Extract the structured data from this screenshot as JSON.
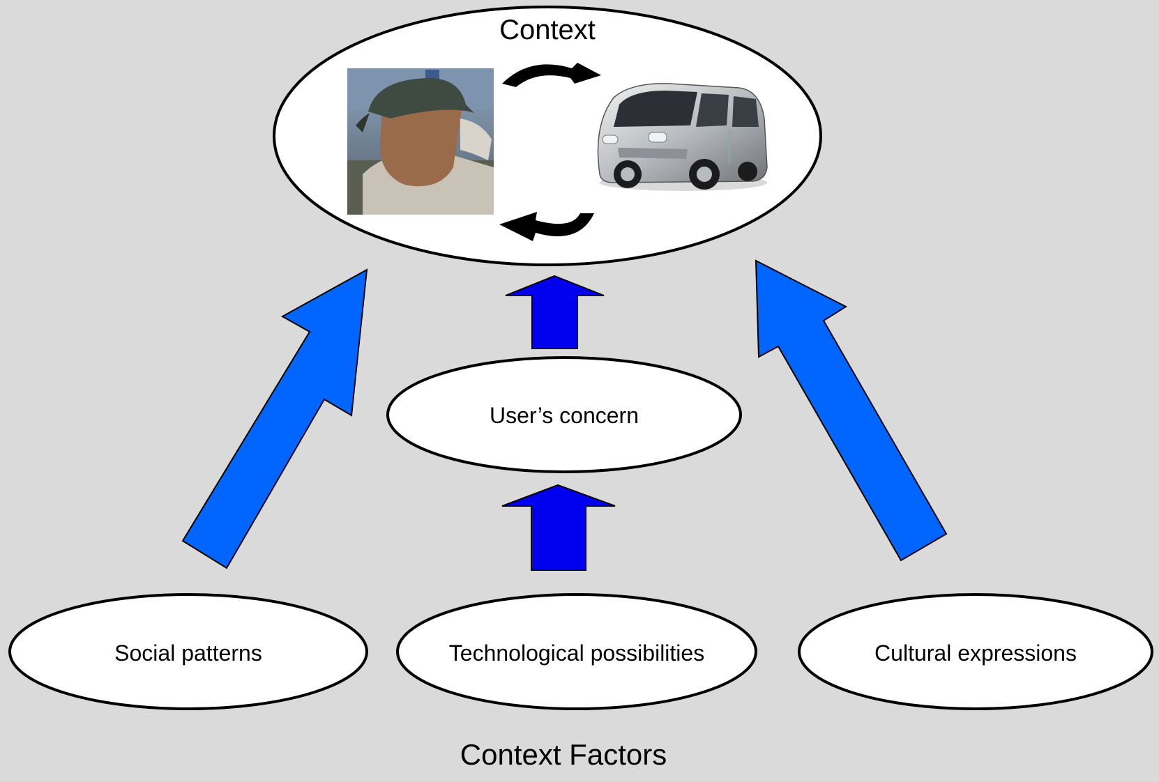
{
  "context": {
    "label": "Context"
  },
  "users_concern": {
    "label": "User’s concern"
  },
  "factors": [
    {
      "label": "Social patterns"
    },
    {
      "label": "Technological possibilities"
    },
    {
      "label": "Cultural expressions"
    }
  ],
  "footer": {
    "label": "Context Factors"
  },
  "images": [
    {
      "name": "person-photo",
      "alt": "man wearing cap"
    },
    {
      "name": "car-photo",
      "alt": "small silver concept car"
    }
  ],
  "colors": {
    "background": "#dadada",
    "big_arrow": "#0066ff",
    "small_arrow": "#0000ee",
    "ellipse_fill": "#ffffff",
    "outline": "#000000"
  }
}
